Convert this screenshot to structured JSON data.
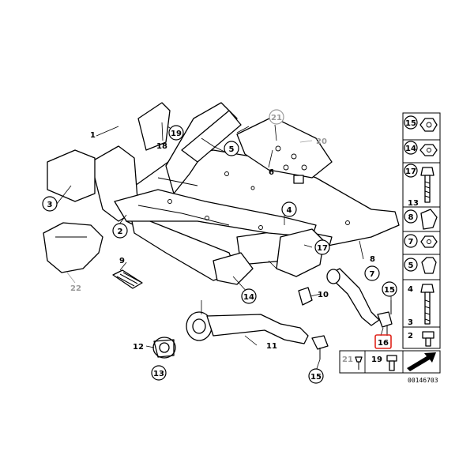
{
  "callouts": [
    {
      "id": "c1",
      "label": "1",
      "style": "plain"
    },
    {
      "id": "c2",
      "label": "2",
      "style": "circle"
    },
    {
      "id": "c3",
      "label": "3",
      "style": "circle"
    },
    {
      "id": "c4",
      "label": "4",
      "style": "circle"
    },
    {
      "id": "c5",
      "label": "5",
      "style": "circle"
    },
    {
      "id": "c6",
      "label": "6",
      "style": "plain"
    },
    {
      "id": "c7",
      "label": "7",
      "style": "circle"
    },
    {
      "id": "c8",
      "label": "8",
      "style": "plain"
    },
    {
      "id": "c9",
      "label": "9",
      "style": "plain"
    },
    {
      "id": "c10",
      "label": "10",
      "style": "plain"
    },
    {
      "id": "c11",
      "label": "11",
      "style": "plain"
    },
    {
      "id": "c12",
      "label": "12",
      "style": "plain"
    },
    {
      "id": "c13",
      "label": "13",
      "style": "circle"
    },
    {
      "id": "c14",
      "label": "14",
      "style": "circle"
    },
    {
      "id": "c15a",
      "label": "15",
      "style": "circle"
    },
    {
      "id": "c15b",
      "label": "15",
      "style": "circle"
    },
    {
      "id": "c16",
      "label": "16",
      "style": "highlighted"
    },
    {
      "id": "c17",
      "label": "17",
      "style": "circle"
    },
    {
      "id": "c18",
      "label": "18",
      "style": "plain"
    },
    {
      "id": "c19",
      "label": "19",
      "style": "circle"
    },
    {
      "id": "c20",
      "label": "20",
      "style": "grey"
    },
    {
      "id": "c21",
      "label": "21",
      "style": "grey-circle"
    },
    {
      "id": "c22",
      "label": "22",
      "style": "grey"
    }
  ],
  "side_panel": {
    "items": [
      {
        "label": "15",
        "style": "circle"
      },
      {
        "label": "14",
        "style": "circle"
      },
      {
        "label": "17",
        "style": "circle"
      },
      {
        "label": "13",
        "style": "plain"
      },
      {
        "label": "8",
        "style": "circle"
      },
      {
        "label": "7",
        "style": "circle"
      },
      {
        "label": "5",
        "style": "circle"
      },
      {
        "label": "4",
        "style": "plain"
      },
      {
        "label": "3",
        "style": "plain"
      },
      {
        "label": "2",
        "style": "plain"
      }
    ],
    "bottom_items": [
      {
        "label": "21",
        "style": "grey"
      },
      {
        "label": "19",
        "style": "plain"
      }
    ]
  },
  "diagram_ref": "00146703",
  "colors": {
    "line": "#000000",
    "ghost": "#9a9a9a",
    "highlight": "#e0241b",
    "background": "#ffffff"
  }
}
